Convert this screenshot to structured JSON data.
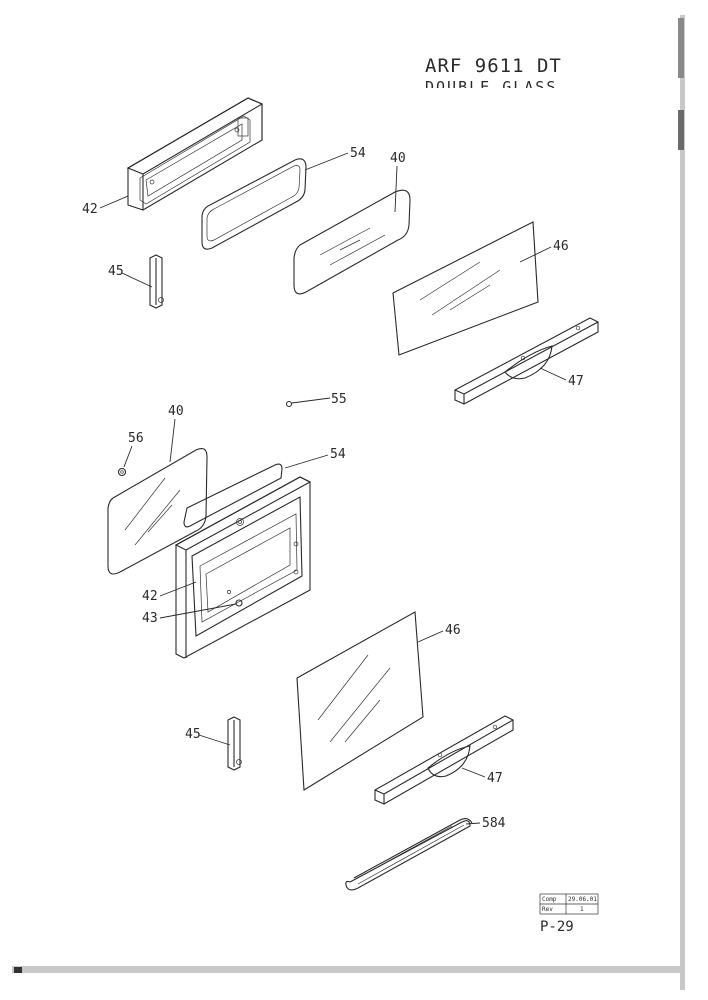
{
  "header": {
    "title": "ARF 9611 DT",
    "subtitle": "DOUBLE GLASS"
  },
  "labels": {
    "top_frame": "42",
    "top_gasket": "54",
    "top_glass_inner": "40",
    "top_hinge": "45",
    "top_glass_outer": "46",
    "top_handle_bracket": "47",
    "screw": "55",
    "clip": "56",
    "mid_glass_inner": "40",
    "mid_gasket": "54",
    "mid_frame": "42",
    "pivot": "43",
    "mid_glass_outer": "46",
    "mid_hinge": "45",
    "mid_handle_bracket": "47",
    "seal": "584"
  },
  "stamp": {
    "row1_label": "Comp",
    "row1_value": "29.06.01",
    "row2_label": "Rev",
    "row2_value": "1"
  },
  "footer": {
    "page": "P-29"
  }
}
